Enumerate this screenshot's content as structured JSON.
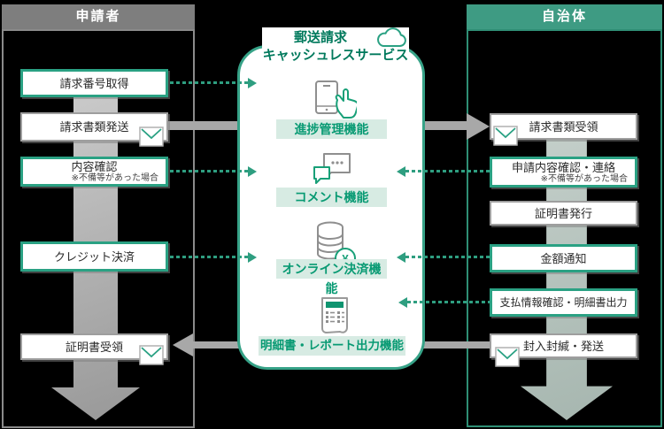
{
  "colors": {
    "applicant_header_bg": "#7e7e7e",
    "municipality_header_bg": "#3e9b83",
    "teal_accent": "#2aa183",
    "dotted_line": "#2e9e80",
    "gray_arrow": "#a8a8a8",
    "label_bg": "#d7ebe3",
    "label_text": "#089a73",
    "title_text": "#00795c",
    "box_text": "#2b2b2b"
  },
  "left_column": {
    "header": "申請者",
    "boxes": [
      {
        "label": "請求番号取得"
      },
      {
        "label": "請求書類発送"
      },
      {
        "label": "内容確認",
        "note": "※不備等があった場合"
      },
      {
        "label": "クレジット決済"
      },
      {
        "label": "証明書受領"
      }
    ]
  },
  "center": {
    "title_line1": "郵送請求",
    "title_line2": "キャッシュレスサービス",
    "yen_symbol": "¥",
    "bubble_dots": "・・・",
    "features": [
      {
        "label": "進捗管理機能",
        "icon": "smartphone-tap-icon"
      },
      {
        "label": "コメント機能",
        "icon": "speech-bubbles-icon"
      },
      {
        "label": "オンライン決済機能",
        "icon": "coins-yen-icon"
      },
      {
        "label": "明細書・レポート出力機能",
        "icon": "receipt-icon"
      }
    ]
  },
  "right_column": {
    "header": "自治体",
    "boxes": [
      {
        "label": "請求書類受領"
      },
      {
        "label": "申請内容確認・連絡",
        "note": "※不備等があった場合"
      },
      {
        "label": "証明書発行"
      },
      {
        "label": "金額通知"
      },
      {
        "label": "支払情報確認・明細書出力"
      },
      {
        "label": "封入封緘・発送"
      }
    ]
  }
}
